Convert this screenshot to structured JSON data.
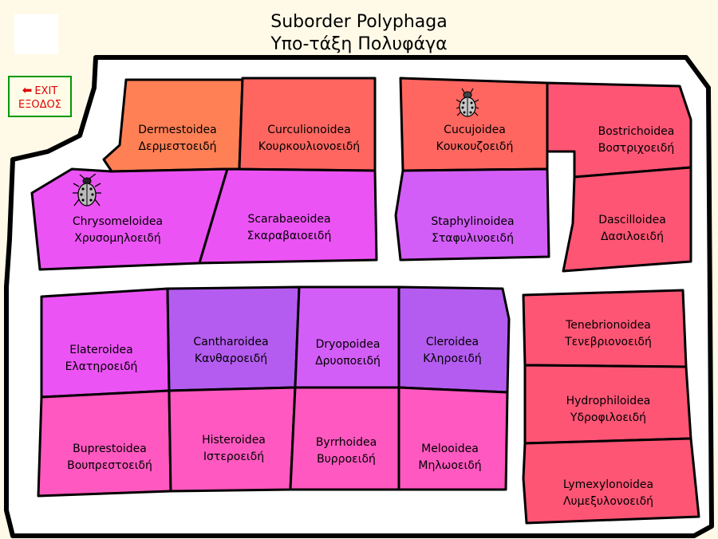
{
  "page": {
    "title_en": "Suborder Polyphaga",
    "title_gr": "Υπο-τάξη Πολυφάγα"
  },
  "exit": {
    "label_en": "EXIT",
    "label_gr": "ΕΞΟΔΟΣ",
    "color": "#e00000"
  },
  "colors": {
    "background": "#fffae8",
    "path": "#ffffff",
    "outline": "#000000",
    "orange": "#ff8055",
    "salmon": "#ff6660",
    "pink_red": "#ff5575",
    "magenta": "#ec53f5",
    "violet": "#b45cf0",
    "violet_light": "#d35ef7",
    "pink": "#ff58c0"
  },
  "superfamilies": [
    {
      "en": "Dermestoidea",
      "gr": "Δερμεστοειδή"
    },
    {
      "en": "Curculionoidea",
      "gr": "Κουρκουλιονοειδή"
    },
    {
      "en": "Cucujoidea",
      "gr": "Κουκουζοειδή"
    },
    {
      "en": "Bostrichoidea",
      "gr": "Βοστριχοειδή"
    },
    {
      "en": "Chrysomeloidea",
      "gr": "Χρυσομηλοειδή"
    },
    {
      "en": "Scarabaeoidea",
      "gr": "Σκαραβαιοειδή"
    },
    {
      "en": "Staphylinoidea",
      "gr": "Σταφυλινοειδή"
    },
    {
      "en": "Dascilloidea",
      "gr": "Δασιλοειδή"
    },
    {
      "en": "Elateroidea",
      "gr": "Ελατηροειδή"
    },
    {
      "en": "Cantharoidea",
      "gr": "Κανθαροειδή"
    },
    {
      "en": "Dryopoidea",
      "gr": "Δρυοποειδή"
    },
    {
      "en": "Cleroidea",
      "gr": "Κληροειδή"
    },
    {
      "en": "Tenebrionoidea",
      "gr": "Τενεβριονοειδή"
    },
    {
      "en": "Buprestoidea",
      "gr": "Βουπρεστοειδή"
    },
    {
      "en": "Histeroidea",
      "gr": "Ιστεροειδή"
    },
    {
      "en": "Byrrhoidea",
      "gr": "Βυρροειδή"
    },
    {
      "en": "Melooidea",
      "gr": "Μηλωοειδή"
    },
    {
      "en": "Hydrophiloidea",
      "gr": "Υδροφιλοειδή"
    },
    {
      "en": "Lymexylonoidea",
      "gr": "Λυμεξυλονοειδή"
    }
  ],
  "icons": [
    "beetle-icon",
    "bug-icon"
  ]
}
